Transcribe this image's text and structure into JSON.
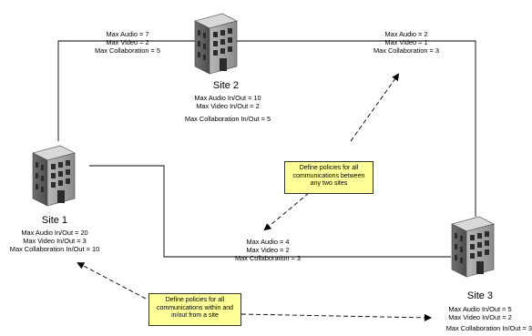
{
  "sites": {
    "site1": {
      "name": "Site 1",
      "lines": [
        "Max Audio In/Out = 20",
        "Max Video In/Out = 3",
        "Max Collaboration In/Out = 10"
      ]
    },
    "site2": {
      "name": "Site 2",
      "lines": [
        "Max Audio In/Out = 10",
        "Max Video In/Out = 2",
        "Max Collaboration In/Out = 5"
      ]
    },
    "site3": {
      "name": "Site 3",
      "lines": [
        "Max Audio In/Out = 5",
        "Max Video In/Out = 2",
        "Max Collaboration In/Out = 3"
      ]
    }
  },
  "links": {
    "site1_site2": [
      "Max Audio = 7",
      "Max Video = 2",
      "Max Collaboration = 5"
    ],
    "site2_site3": [
      "Max Audio = 2",
      "Max Video = 1",
      "Max Collaboration = 3"
    ],
    "site1_site3": [
      "Max Audio = 4",
      "Max Video = 2",
      "Max Collaboration = 3"
    ]
  },
  "notes": {
    "between_sites": "Define policies for all communications between any two sites",
    "within_site": "Define policies for all communications within and in/out from a site"
  },
  "colors": {
    "note_fill": "#ffff99",
    "line": "#000000",
    "building": "#7d7d7d"
  }
}
